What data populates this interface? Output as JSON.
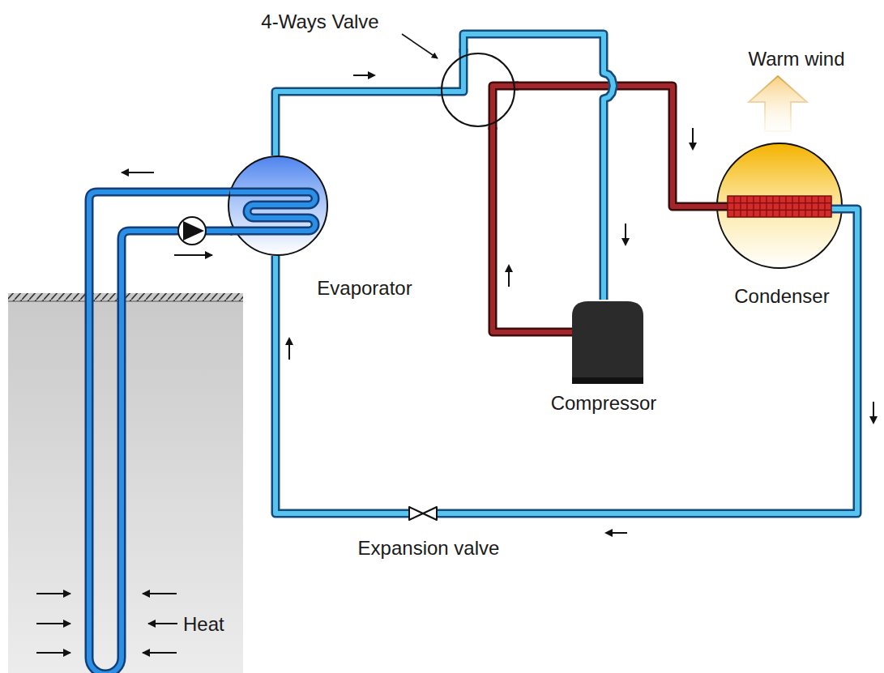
{
  "diagram": {
    "nodes": [
      {
        "text": [
          "4-Ways Valve"
        ]
      },
      {
        "text": [
          "Evaporator"
        ]
      },
      {
        "text": [
          "Condenser"
        ]
      },
      {
        "text": [
          "Compressor"
        ]
      },
      {
        "text": [
          "Expansion valve"
        ]
      }
    ],
    "edges": [
      {
        "from": 1,
        "to": 0,
        "arrow": "to"
      },
      {
        "from": 0,
        "to": 3,
        "arrow": "to"
      },
      {
        "from": 3,
        "to": 0,
        "arrow": "to"
      },
      {
        "from": 0,
        "to": 2,
        "arrow": "to"
      },
      {
        "from": 2,
        "to": 4,
        "arrow": "to"
      },
      {
        "from": 4,
        "to": 1,
        "arrow": "to"
      }
    ],
    "labels": [
      "Warm wind",
      "Heat"
    ]
  }
}
